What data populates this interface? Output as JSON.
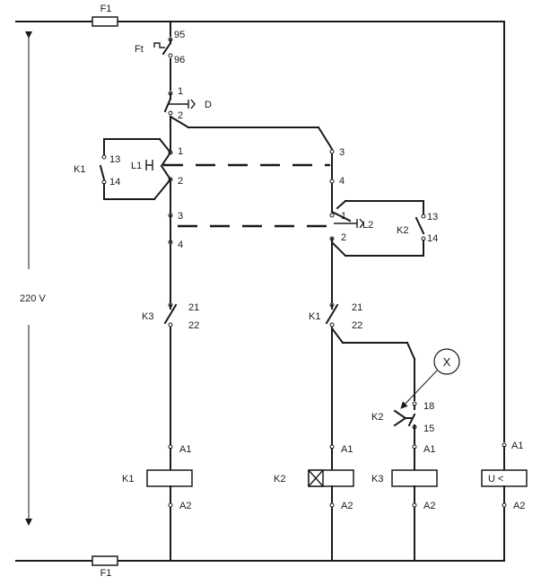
{
  "supply": {
    "fuse_top": "F1",
    "fuse_bottom": "F1",
    "voltage": "220 V"
  },
  "thermal_relay": {
    "name": "Ft",
    "t1": "95",
    "t2": "96"
  },
  "stop_button": {
    "name": "D",
    "t1": "1",
    "t2": "2"
  },
  "button_l1": {
    "name": "L1",
    "nc_t1": "1",
    "nc_t2": "2",
    "no_t1": "3",
    "no_t2": "4"
  },
  "button_l2": {
    "name": "L2",
    "nc_t1": "1",
    "nc_t2": "2",
    "no_t1": "3",
    "no_t2": "4"
  },
  "k1_hold": {
    "name": "K1",
    "t1": "13",
    "t2": "14"
  },
  "k2_hold": {
    "name": "K2",
    "t1": "13",
    "t2": "14"
  },
  "k3_interlock": {
    "name": "K3",
    "t1": "21",
    "t2": "22"
  },
  "k1_interlock": {
    "name": "K1",
    "t1": "21",
    "t2": "22"
  },
  "k2_timed": {
    "name": "K2",
    "t1": "18",
    "t2": "15",
    "marker": "X"
  },
  "coils": [
    {
      "name": "K1",
      "a1": "A1",
      "a2": "A2",
      "symbol": "standard"
    },
    {
      "name": "K2",
      "a1": "A1",
      "a2": "A2",
      "symbol": "delay"
    },
    {
      "name": "K3",
      "a1": "A1",
      "a2": "A2",
      "symbol": "standard"
    },
    {
      "name": "U <",
      "a1": "A1",
      "a2": "A2",
      "symbol": "undervoltage"
    }
  ]
}
